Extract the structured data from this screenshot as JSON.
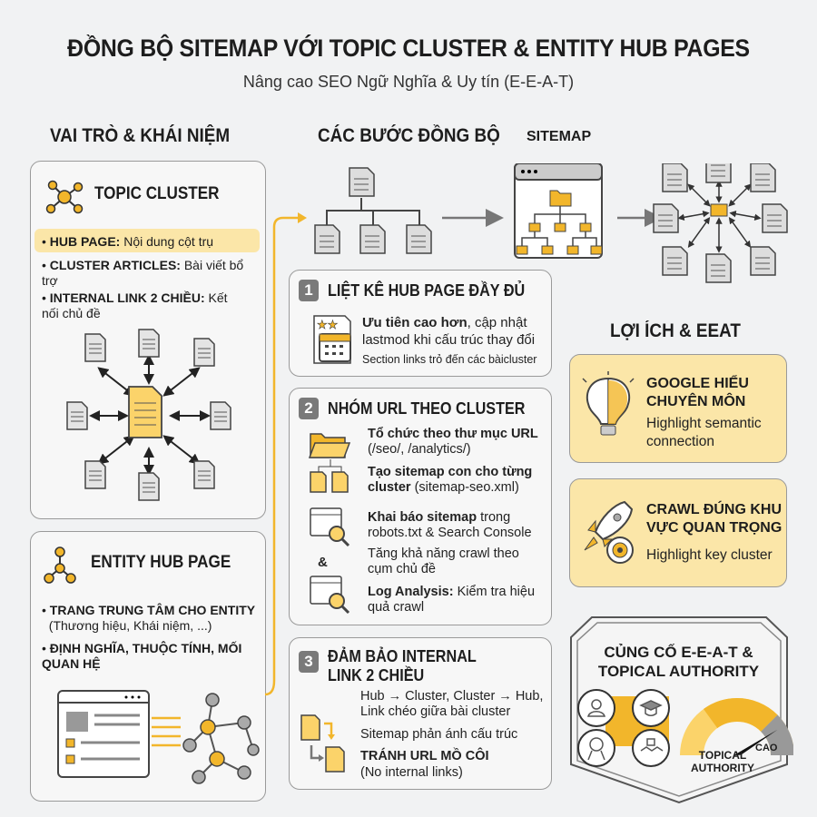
{
  "title": "ĐỒNG BỘ SITEMAP VỚI TOPIC CLUSTER & ENTITY HUB PAGES",
  "subtitle": "Nâng cao SEO Ngữ Nghĩa & Uy tín (E-E-A-T)",
  "left": {
    "heading": "VAI TRÒ & KHÁI NIỆM",
    "topic_cluster": {
      "title": "TOPIC CLUSTER",
      "items": [
        {
          "bold": "HUB PAGE:",
          "text": " Nội dung cột trụ"
        },
        {
          "bold": "CLUSTER ARTICLES:",
          "text": " Bài viết bổ trợ"
        },
        {
          "bold": "INTERNAL LINK 2 CHIỀU:",
          "text": " Kết nối chủ đề"
        }
      ]
    },
    "entity_hub": {
      "title": "ENTITY HUB PAGE",
      "items": [
        {
          "bold": "TRANG TRUNG TÂM CHO ENTITY",
          "text": "(Thương hiệu, Khái niệm, ...)"
        },
        {
          "bold": "ĐỊNH NGHĨA, THUỘC TÍNH, MỐI QUAN HỆ",
          "text": ""
        }
      ]
    }
  },
  "middle": {
    "heading": "CÁC BƯỚC ĐỒNG BỘ",
    "sitemap_label": "SITEMAP",
    "steps": [
      {
        "num": "1",
        "title": "LIỆT KÊ HUB PAGE ĐẦY ĐỦ",
        "lines": [
          {
            "bold": "Ưu tiên cao hơn",
            "text": ", cập nhật lastmod khi cấu trúc thay đổi"
          },
          {
            "bold": "",
            "text": "Section links trỏ đến các bàicluster"
          }
        ]
      },
      {
        "num": "2",
        "title": "NHÓM URL THEO CLUSTER",
        "lines": [
          {
            "bold": "Tổ chức theo thư mục URL",
            "text": " (/seo/, /analytics/)"
          },
          {
            "bold": "Tạo sitemap con cho từng cluster",
            "text": " (sitemap-seo.xml)"
          },
          {
            "bold": "Khai báo sitemap",
            "text": " trong robots.txt & Search Console"
          },
          {
            "bold": "",
            "text": "Tăng khả năng crawl theo cụm chủ đề"
          },
          {
            "bold": "Log Analysis:",
            "text": " Kiểm tra hiệu quả crawl"
          }
        ],
        "amp": "&"
      },
      {
        "num": "3",
        "title": "ĐẢM BẢO INTERNAL LINK 2 CHIỀU",
        "lines": [
          {
            "bold": "",
            "text": "Hub → Cluster, Cluster → Hub, Link chéo giữa bài cluster"
          },
          {
            "bold": "",
            "text": "Sitemap phản ánh cấu trúc"
          },
          {
            "bold": "TRÁNH URL MỒ CÔI",
            "text": ""
          },
          {
            "bold": "",
            "text": "(No internal links)"
          }
        ]
      }
    ]
  },
  "right": {
    "heading": "LỢI ÍCH & EEAT",
    "cards": [
      {
        "title": "GOOGLE HIỂU CHUYÊN MÔN",
        "text": "Highlight semantic connection",
        "icon": "brain-lightbulb-icon"
      },
      {
        "title": "CRAWL ĐÚNG KHU VỰC QUAN TRỌNG",
        "text": "Highlight key cluster",
        "icon": "rocket-target-icon"
      }
    ],
    "badge": {
      "title": "CỦNG CỐ E-E-A-T & TOPICAL AUTHORITY",
      "gauge_label": "TOPICAL AUTHORITY",
      "gauge_max": "CAO",
      "gauge_level": 0.8
    }
  },
  "colors": {
    "accent": "#f2b62b",
    "accent_light": "#fbe6a8",
    "border": "#9a9a9a",
    "bg": "#f1f2f3"
  }
}
